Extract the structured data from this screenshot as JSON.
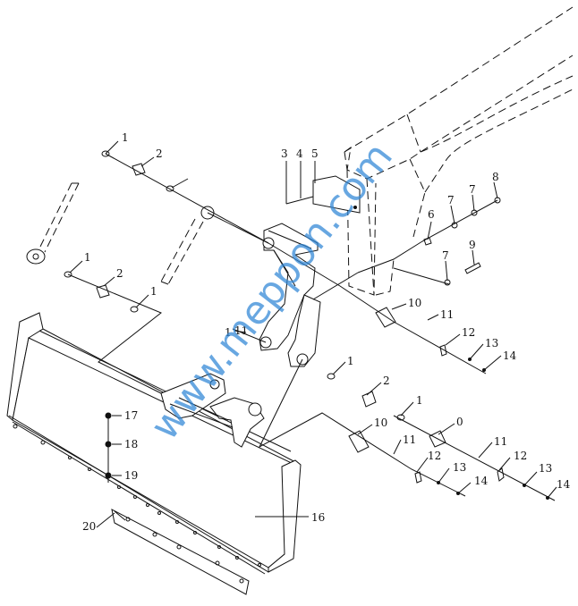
{
  "watermark": "www.meppon.com",
  "callouts": [
    "1",
    "1",
    "1",
    "1",
    "1",
    "1",
    "2",
    "2",
    "2",
    "3",
    "4",
    "5",
    "6",
    "7",
    "7",
    "7",
    "8",
    "9",
    "10",
    "10",
    "0",
    "11",
    "11",
    "11",
    "11",
    "12",
    "12",
    "12",
    "13",
    "13",
    "13",
    "14",
    "14",
    "14",
    "16",
    "17",
    "18",
    "19",
    "20"
  ],
  "colors": {
    "line": "#111111",
    "watermark": "#2f86d6",
    "background": "#ffffff"
  }
}
